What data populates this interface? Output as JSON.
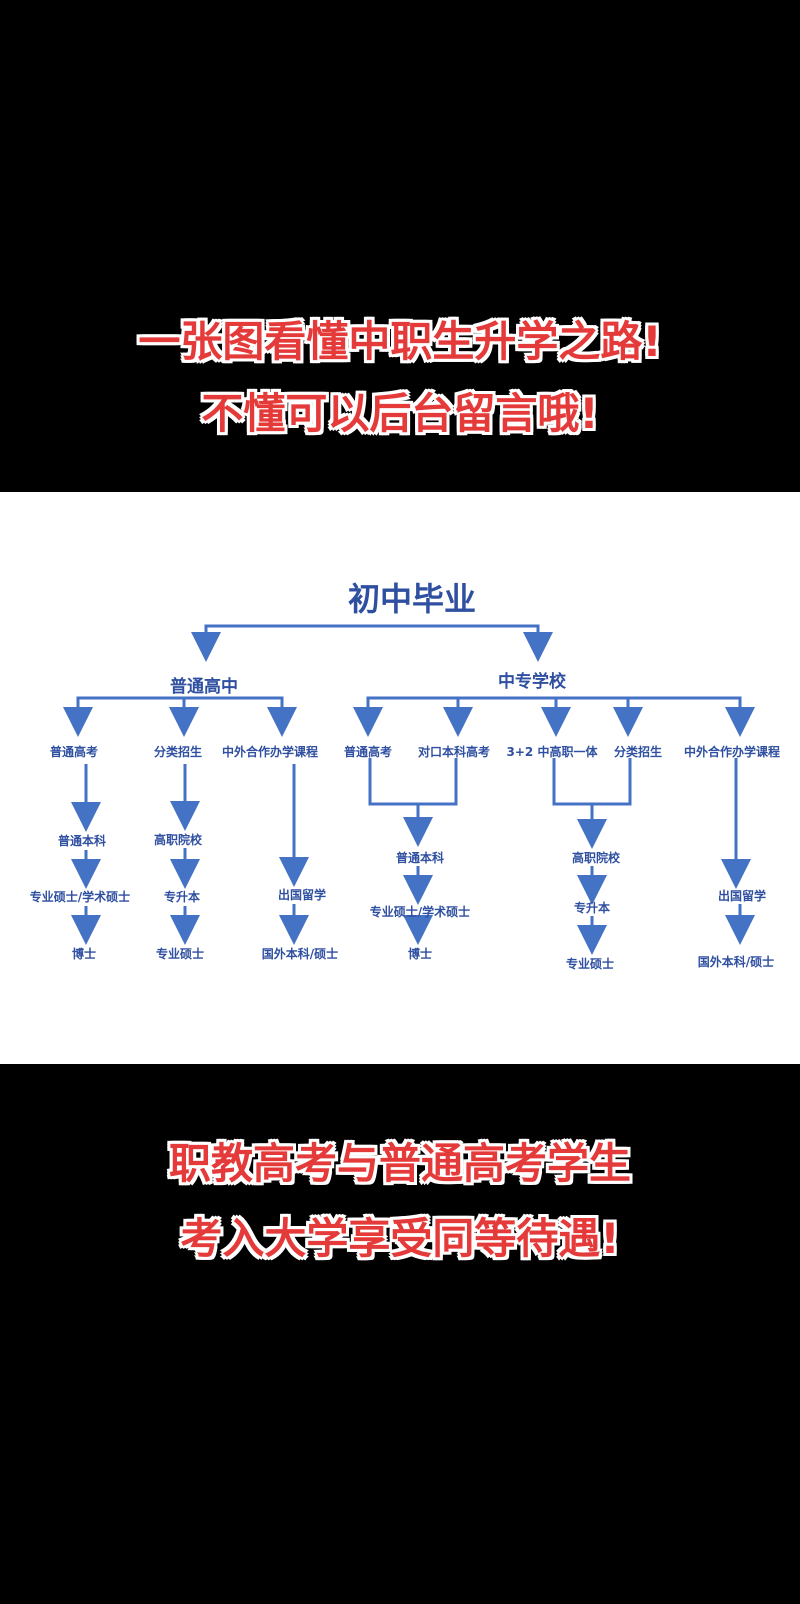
{
  "headline_top": [
    "一张图看懂中职生升学之路!",
    "不懂可以后台留言哦!"
  ],
  "headline_bottom": [
    "职教高考与普通高考学生",
    "考入大学享受同等待遇!"
  ],
  "diagram": {
    "root": "初中毕业",
    "branches": [
      "普通高中",
      "中专学校"
    ],
    "left": {
      "paths": [
        "普通高考",
        "分类招生",
        "中外合作办学课程"
      ],
      "col1": [
        "普通本科",
        "专业硕士/学术硕士",
        "博士"
      ],
      "col2": [
        "高职院校",
        "专升本",
        "专业硕士"
      ],
      "col3": [
        "出国留学",
        "国外本科/硕士"
      ]
    },
    "right": {
      "paths": [
        "普通高考",
        "对口本科高考",
        "3+2 中高职一体",
        "分类招生",
        "中外合作办学课程"
      ],
      "groupA": [
        "普通本科",
        "专业硕士/学术硕士",
        "博士"
      ],
      "groupB": [
        "高职院校",
        "专升本",
        "专业硕士"
      ],
      "col5": [
        "出国留学",
        "国外本科/硕士"
      ]
    }
  }
}
